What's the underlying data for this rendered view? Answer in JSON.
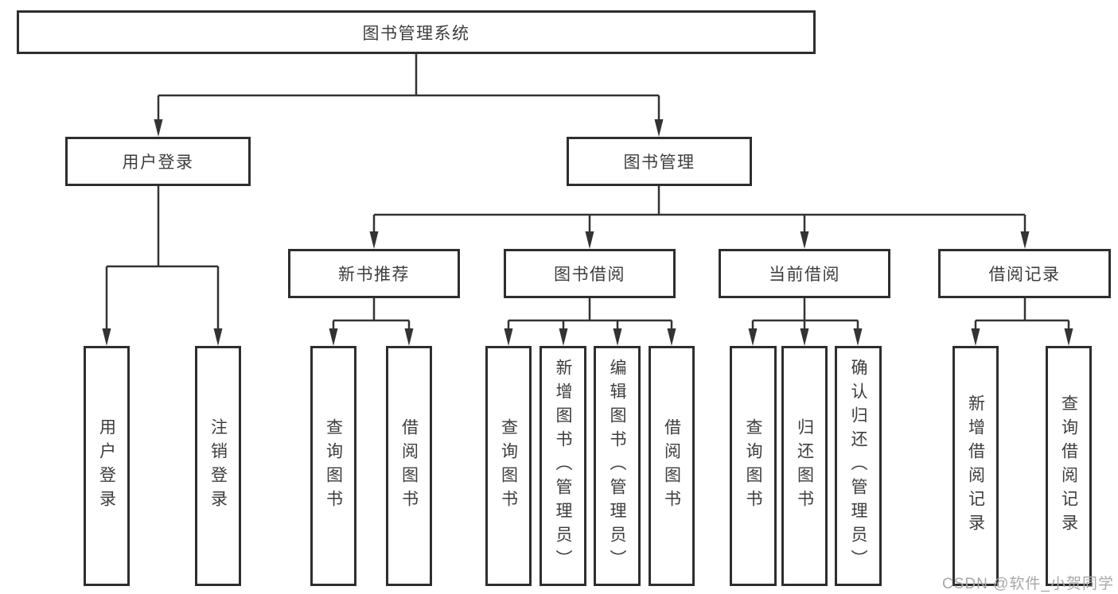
{
  "diagram": {
    "nodes": {
      "root": {
        "label": "图书管理系统"
      },
      "login": {
        "label": "用户登录"
      },
      "mgmt": {
        "label": "图书管理"
      },
      "newbook": {
        "label": "新书推荐"
      },
      "borrowing": {
        "label": "图书借阅"
      },
      "current": {
        "label": "当前借阅"
      },
      "records": {
        "label": "借阅记录"
      },
      "login_user": {
        "label": "用户登录"
      },
      "login_logout": {
        "label": "注销登录"
      },
      "newbook_query": {
        "label": "查询图书"
      },
      "newbook_borrow": {
        "label": "借阅图书"
      },
      "borrowing_query": {
        "label": "查询图书"
      },
      "borrowing_add": {
        "label": "新增图书（管理员）"
      },
      "borrowing_edit": {
        "label": "编辑图书（管理员）"
      },
      "borrowing_borrow": {
        "label": "借阅图书"
      },
      "current_query": {
        "label": "查询图书"
      },
      "current_return": {
        "label": "归还图书"
      },
      "current_confirm": {
        "label": "确认归还（管理员）"
      },
      "records_add": {
        "label": "新增借阅记录"
      },
      "records_query": {
        "label": "查询借阅记录"
      }
    },
    "hierarchy": {
      "图书管理系统": {
        "用户登录": [
          "用户登录",
          "注销登录"
        ],
        "图书管理": {
          "新书推荐": [
            "查询图书",
            "借阅图书"
          ],
          "图书借阅": [
            "查询图书",
            "新增图书（管理员）",
            "编辑图书（管理员）",
            "借阅图书"
          ],
          "当前借阅": [
            "查询图书",
            "归还图书",
            "确认归还（管理员）"
          ],
          "借阅记录": [
            "新增借阅记录",
            "查询借阅记录"
          ]
        }
      }
    }
  },
  "watermark": {
    "text": "CSDN @软件_小贺同学"
  },
  "colors": {
    "line": "#333333",
    "border": "#2e2e2e",
    "text": "#3d3d3d",
    "watermark": "#a8a8a8",
    "background": "#ffffff"
  }
}
